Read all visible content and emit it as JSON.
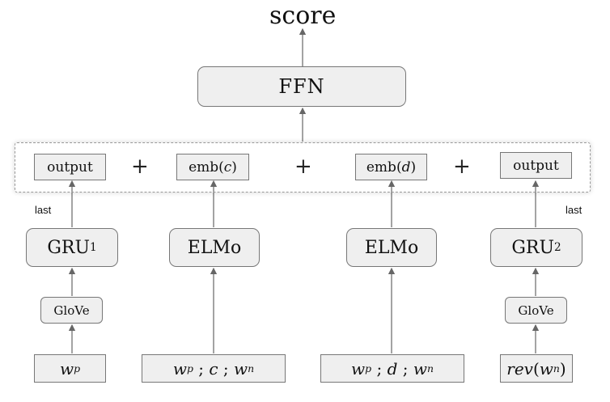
{
  "score": "score",
  "ffn": "FFN",
  "plus": "+",
  "last": "last",
  "col1": {
    "output": "output",
    "gru": "GRU",
    "gru_sub": "1",
    "glove": "GloVe",
    "input_w": "w",
    "input_sub": "p"
  },
  "col2": {
    "emb": "emb(",
    "emb_var": "c",
    "emb_close": ")",
    "elmo": "ELMo",
    "in_a": "w",
    "in_a_sub": "p",
    "sep1": " ; ",
    "mid": "c",
    "sep2": " ; ",
    "in_b": "w",
    "in_b_sub": "n"
  },
  "col3": {
    "emb": "emb(",
    "emb_var": "d",
    "emb_close": ")",
    "elmo": "ELMo",
    "in_a": "w",
    "in_a_sub": "p",
    "sep1": " ; ",
    "mid": "d",
    "sep2": " ; ",
    "in_b": "w",
    "in_b_sub": "n"
  },
  "col4": {
    "output": "output",
    "gru": "GRU",
    "gru_sub": "2",
    "glove": "GloVe",
    "rev": "rev",
    "rev_open": "(",
    "rev_w": "w",
    "rev_sub": "n",
    "rev_close": ")"
  }
}
